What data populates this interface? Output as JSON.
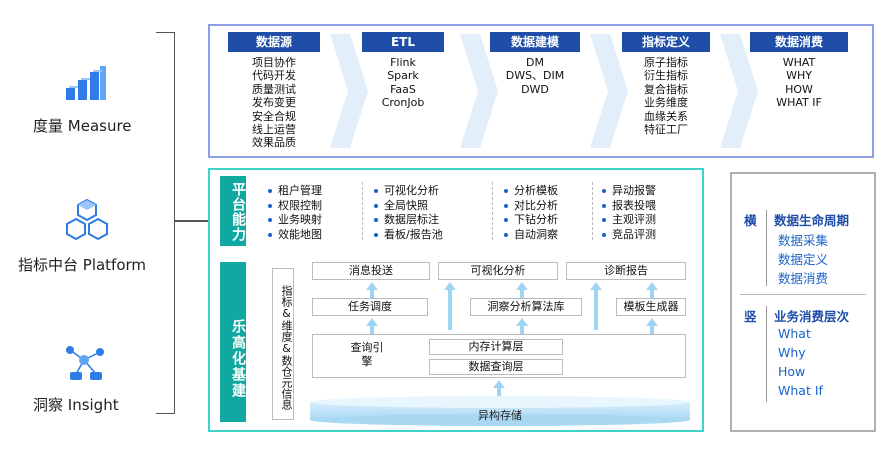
{
  "left": {
    "measure": "度量 Measure",
    "platform": "指标中台 Platform",
    "insight": "洞察 Insight"
  },
  "stages": [
    {
      "title": "数据源",
      "items": [
        "项目协作",
        "代码开发",
        "质量测试",
        "发布变更",
        "安全合规",
        "线上运营",
        "效果品质"
      ]
    },
    {
      "title": "ETL",
      "items": [
        "Flink",
        "Spark",
        "FaaS",
        "CronJob"
      ]
    },
    {
      "title": "数据建模",
      "items": [
        "DM",
        "DWS、DIM",
        "DWD"
      ]
    },
    {
      "title": "指标定义",
      "items": [
        "原子指标",
        "衍生指标",
        "复合指标",
        "业务维度",
        "血缘关系",
        "特征工厂"
      ]
    },
    {
      "title": "数据消费",
      "items": [
        "WHAT",
        "WHY",
        "HOW",
        "WHAT IF"
      ]
    }
  ],
  "platform_ability": {
    "label": "平台能力",
    "columns": [
      [
        "租户管理",
        "权限控制",
        "业务映射",
        "效能地图"
      ],
      [
        "可视化分析",
        "全局快照",
        "数据层标注",
        "看板/报告池"
      ],
      [
        "分析模板",
        "对比分析",
        "下钻分析",
        "自动洞察"
      ],
      [
        "异动报警",
        "报表投喂",
        "主观评测",
        "竞品评测"
      ]
    ]
  },
  "lego": {
    "label": "乐高化基建",
    "side_label": "指标&维度&数仓元信息",
    "row1": [
      "消息投送",
      "可视化分析",
      "诊断报告"
    ],
    "row2": [
      "任务调度",
      "洞察分析算法库",
      "模板生成器"
    ],
    "query_engine": "查询引擎",
    "memory_layer": "内存计算层",
    "query_layer": "数据查询层",
    "storage": "异构存储"
  },
  "right": {
    "h_char": "横",
    "h_title": "数据生命周期",
    "h_items": [
      "数据采集",
      "数据定义",
      "数据消费"
    ],
    "v_char": "竖",
    "v_title": "业务消费层次",
    "v_items": [
      "What",
      "Why",
      "How",
      "What If"
    ]
  },
  "colors": {
    "navy": "#1f4ea8",
    "teal": "#0fa9a1",
    "chevron": "#e3eefb",
    "arrow": "#9fd4f2",
    "blue_text": "#1a63c9"
  },
  "icons": [
    "bar-chart-icon",
    "cubes-icon",
    "network-icon"
  ]
}
